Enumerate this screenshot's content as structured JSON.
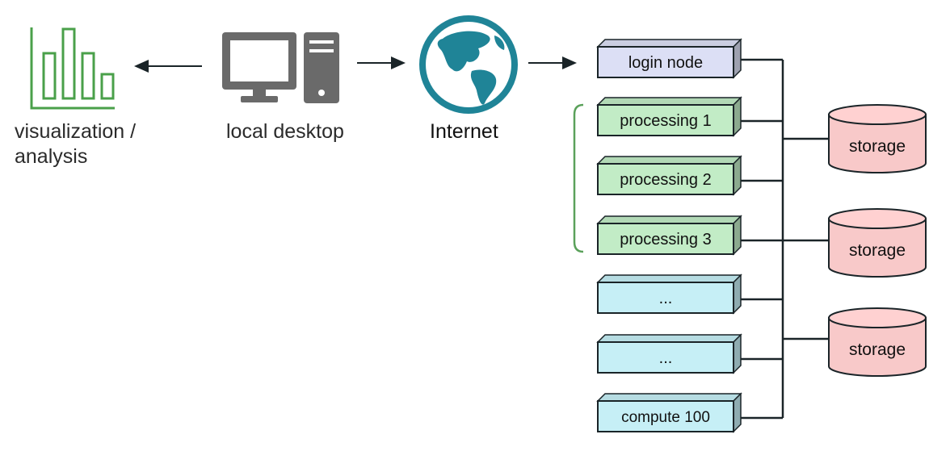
{
  "diagram": {
    "nodes": {
      "visualization_line1": "visualization /",
      "visualization_line2": "analysis",
      "local_desktop": "local desktop",
      "internet": "Internet"
    },
    "servers": [
      {
        "label": "login node",
        "kind": "login"
      },
      {
        "label": "processing 1",
        "kind": "processing"
      },
      {
        "label": "processing 2",
        "kind": "processing"
      },
      {
        "label": "processing 3",
        "kind": "processing"
      },
      {
        "label": "...",
        "kind": "compute"
      },
      {
        "label": "...",
        "kind": "compute"
      },
      {
        "label": "compute 100",
        "kind": "compute"
      }
    ],
    "storage": [
      "storage",
      "storage",
      "storage"
    ],
    "colors": {
      "login_fill": "#dcdff5",
      "processing_fill": "#c2ecc6",
      "compute_fill": "#c6eff6",
      "storage_fill": "#f8c9c9",
      "chart_icon": "#4aa04a",
      "computer_icon": "#6a6a6a",
      "globe": "#1f8497",
      "bracket": "#5aa15a",
      "line": "#1a2428"
    },
    "icons": [
      "bar-chart-icon",
      "desktop-computer-icon",
      "globe-icon"
    ]
  }
}
